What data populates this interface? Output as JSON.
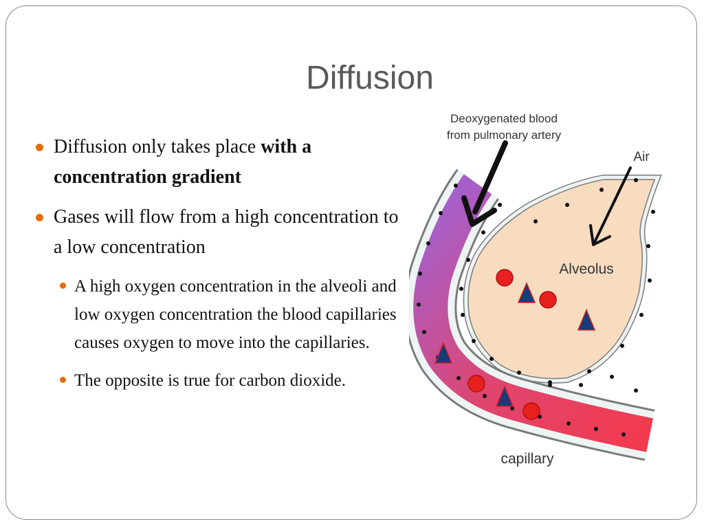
{
  "slide": {
    "title": "Diffusion",
    "bullets": [
      {
        "text": "Diffusion only takes place ",
        "bold": "with a concentration gradient"
      },
      {
        "text": "Gases will flow from a high concentration to a low concentration"
      }
    ],
    "sub_bullets": [
      {
        "text": "A high oxygen concentration in the alveoli and low oxygen concentration the blood capillaries causes oxygen to move into the capillaries."
      },
      {
        "text": "The opposite is true for carbon dioxide."
      }
    ]
  },
  "diagram": {
    "label_deoxy_line1": "Deoxygenated blood",
    "label_deoxy_line2": "from pulmonary artery",
    "label_air": "Air",
    "label_alveolus": "Alveolus",
    "label_capillary": "capillary",
    "colors": {
      "alveolus_fill": "#f7dcc0",
      "capillary_start": "#9c63d8",
      "capillary_end": "#f23a4e",
      "oxygen_dot": "#e8201e",
      "co2_triangle": "#1a3a7a"
    }
  }
}
